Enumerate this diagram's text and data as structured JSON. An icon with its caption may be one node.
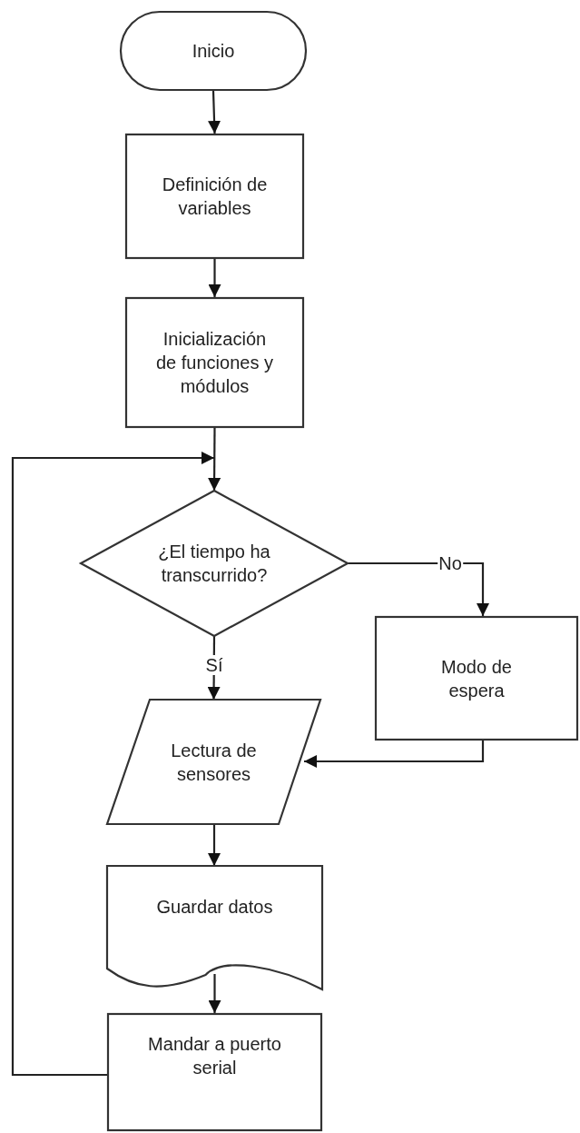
{
  "diagram": {
    "nodes": [
      {
        "text": [
          "Inicio"
        ]
      },
      {
        "text": [
          "Definición de variables"
        ]
      },
      {
        "text": [
          "Inicialización de funciones y módulos"
        ]
      },
      {
        "text": [
          "¿El tiempo ha transcurrido?"
        ]
      },
      {
        "text": [
          "Modo de espera"
        ]
      },
      {
        "text": [
          "Lectura de sensores"
        ]
      },
      {
        "text": [
          "Guardar datos"
        ]
      },
      {
        "text": [
          "Mandar a puerto serial"
        ]
      }
    ],
    "edges": [
      {
        "from": 0,
        "to": 1,
        "arrow": "to"
      },
      {
        "from": 1,
        "to": 2,
        "arrow": "to"
      },
      {
        "from": 2,
        "to": 3,
        "arrow": "to"
      },
      {
        "from": 3,
        "to": 4,
        "label": "No",
        "arrow": "to"
      },
      {
        "from": 3,
        "to": 5,
        "label": "Sí",
        "arrow": "to"
      },
      {
        "from": 4,
        "to": 5,
        "arrow": "to"
      },
      {
        "from": 5,
        "to": 6,
        "arrow": "to"
      },
      {
        "from": 6,
        "to": 7,
        "arrow": "to"
      },
      {
        "from": 7,
        "to": 3,
        "arrow": "to"
      }
    ]
  }
}
